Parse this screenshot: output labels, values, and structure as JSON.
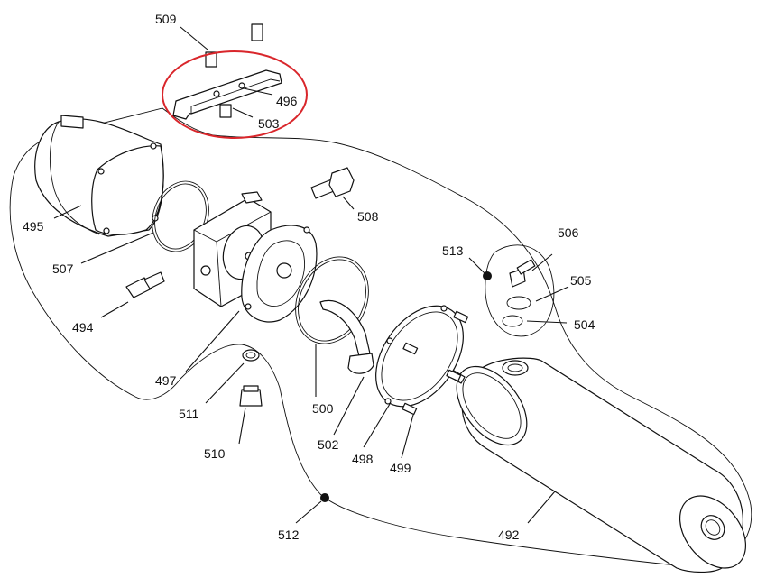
{
  "labels": {
    "p492": "492",
    "p494": "494",
    "p495": "495",
    "p496": "496",
    "p497": "497",
    "p498": "498",
    "p499": "499",
    "p500": "500",
    "p502": "502",
    "p503": "503",
    "p504": "504",
    "p505": "505",
    "p506": "506",
    "p507": "507",
    "p508": "508",
    "p509": "509",
    "p510": "510",
    "p511": "511",
    "p512": "512",
    "p513": "513"
  },
  "highlight": {
    "color": "#d9262b",
    "target_label": "496"
  },
  "line_color": "#111111"
}
